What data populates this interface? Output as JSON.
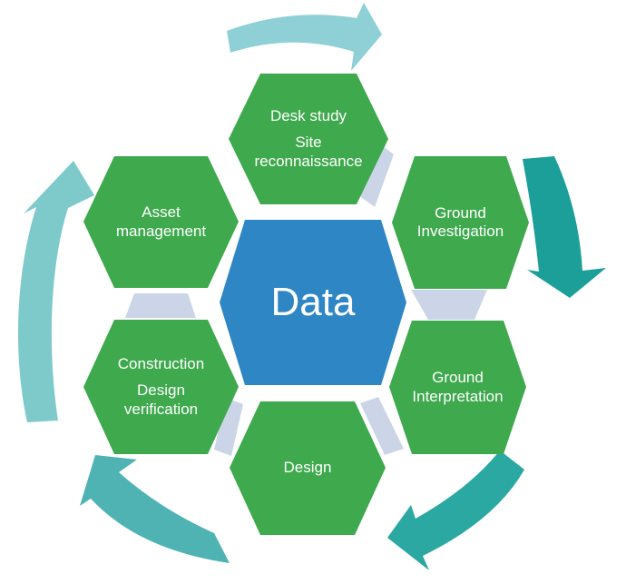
{
  "diagram": {
    "center": {
      "label": "Data"
    },
    "nodes": {
      "top": {
        "line1": "Desk study",
        "line2": "Site reconnaissance"
      },
      "top_right": {
        "line1": "Ground Investigation"
      },
      "bottom_right": {
        "line1": "Ground Interpretation"
      },
      "bottom": {
        "line1": "Design"
      },
      "bottom_left": {
        "line1": "Construction",
        "line2": "Design verification"
      },
      "top_left": {
        "line1": "Asset management"
      }
    },
    "colors": {
      "node_fill": "#3fa94e",
      "center_fill": "#2e86c5",
      "connector_fill": "#ccd5e8",
      "label_text": "#ffffff",
      "arrow_top": "#8ed0d6",
      "arrow_right": "#1c9f99",
      "arrow_bottom_right": "#2ba8a1",
      "arrow_bottom_left": "#4fb3b4",
      "arrow_left": "#7ecaca"
    }
  }
}
